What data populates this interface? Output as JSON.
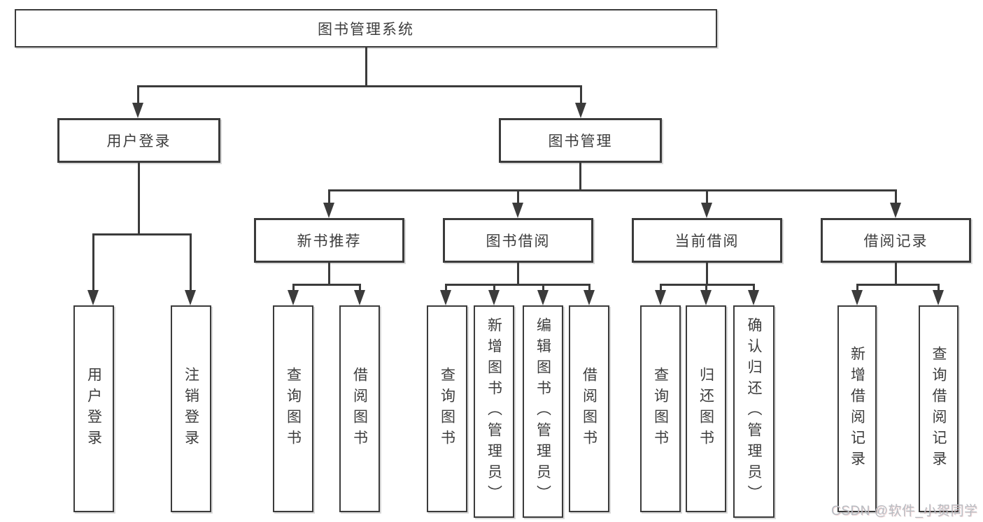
{
  "tree": {
    "label": "图书管理系统",
    "children": [
      {
        "label": "用户登录",
        "children": [
          {
            "label": "用户登录"
          },
          {
            "label": "注销登录"
          }
        ]
      },
      {
        "label": "图书管理",
        "children": [
          {
            "label": "新书推荐",
            "children": [
              {
                "label": "查询图书"
              },
              {
                "label": "借阅图书"
              }
            ]
          },
          {
            "label": "图书借阅",
            "children": [
              {
                "label": "查询图书"
              },
              {
                "label": "新增图书（管理员）"
              },
              {
                "label": "编辑图书（管理员）"
              },
              {
                "label": "借阅图书"
              }
            ]
          },
          {
            "label": "当前借阅",
            "children": [
              {
                "label": "查询图书"
              },
              {
                "label": "归还图书"
              },
              {
                "label": "确认归还（管理员）"
              }
            ]
          },
          {
            "label": "借阅记录",
            "children": [
              {
                "label": "新增借阅记录"
              },
              {
                "label": "查询借阅记录"
              }
            ]
          }
        ]
      }
    ]
  },
  "watermark": "CSDN @软件_小贺同学",
  "colors": {
    "line": "#3b3b3b",
    "text": "#3d3d3d",
    "box_background": "#ffffff",
    "page_background": "#ffffff",
    "watermark": "#b7bcc2"
  }
}
